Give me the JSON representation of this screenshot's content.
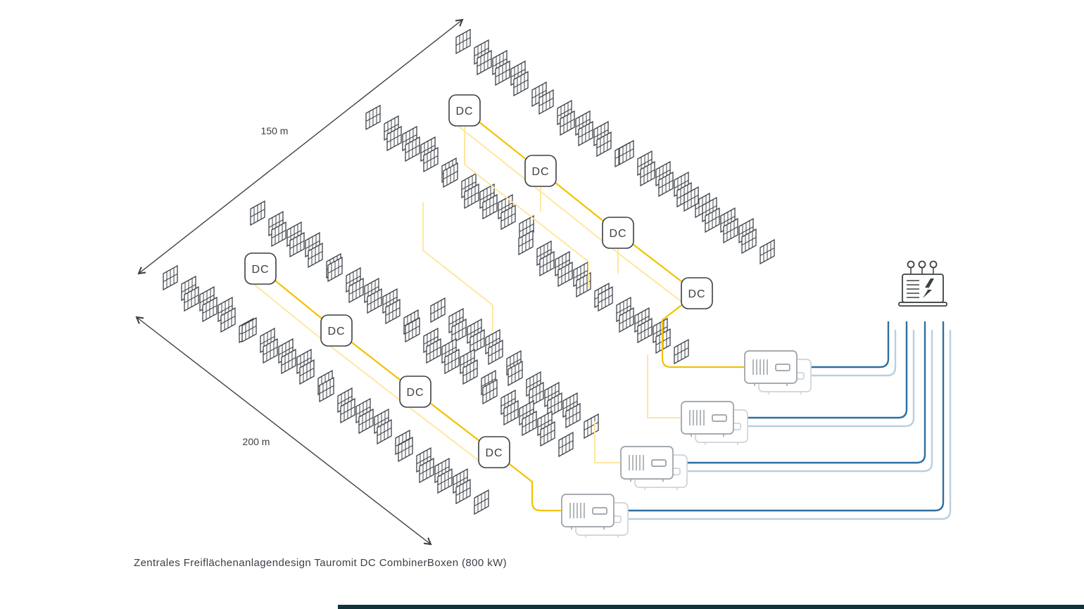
{
  "diagram": {
    "caption": "Zentrales Freiflächenanlagendesign Tauromit DC CombinerBoxen (800 kW)",
    "dimensions": {
      "top_edge_label": "150 m",
      "left_edge_label": "200 m"
    },
    "dc_box_label": "DC",
    "counts": {
      "dc_combiner_boxes": 8,
      "inverters": 4,
      "transformers": 1,
      "panel_clusters": 18
    },
    "icons": {
      "solar_panel_cluster": "pv-module-rows-icon",
      "dc_combiner_box": "dc-combiner-box-icon",
      "inverter": "central-inverter-icon",
      "transformer": "transformer-icon"
    },
    "colors": {
      "panel_outline": "#3f444b",
      "dc_cable": "#f2c200",
      "dc_cable_light": "#ffe6a0",
      "ac_cable_dark": "#2f6f9f",
      "ac_cable_light": "#b9cfdf",
      "inverter_outline": "#9aa0a6",
      "inverter_shadow": "#cfd3d8",
      "outline": "#3c4043",
      "bottom_bar": "#11323d"
    }
  }
}
